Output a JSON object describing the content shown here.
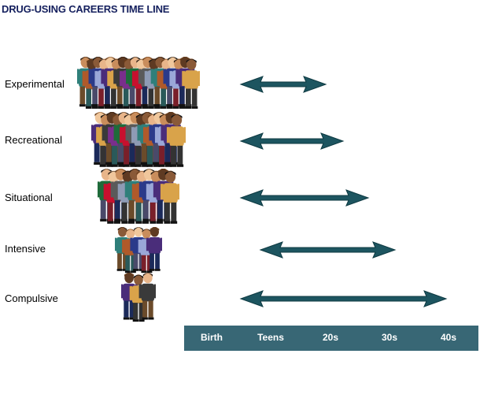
{
  "title": "DRUG-USING CAREERS TIME LINE",
  "colors": {
    "title": "#15205e",
    "arrow": "#1d5560",
    "axis_band": "#386775",
    "tick_text": "#ffffff"
  },
  "timeline": {
    "ticks": [
      "Birth",
      "Teens",
      "20s",
      "30s",
      "40s"
    ]
  },
  "rows": [
    {
      "label": "Experimental",
      "people_count": 18,
      "arrow_from": "Birth",
      "arrow_to": "20s"
    },
    {
      "label": "Recreational",
      "people_count": 14,
      "arrow_from": "Birth",
      "arrow_to": "20s"
    },
    {
      "label": "Situational",
      "people_count": 10,
      "arrow_from": "Birth",
      "arrow_to": "30s"
    },
    {
      "label": "Intensive",
      "people_count": 5,
      "arrow_from": "Birth",
      "arrow_to": "30s"
    },
    {
      "label": "Compulsive",
      "people_count": 3,
      "arrow_from": "Birth",
      "arrow_to": "40s"
    }
  ]
}
